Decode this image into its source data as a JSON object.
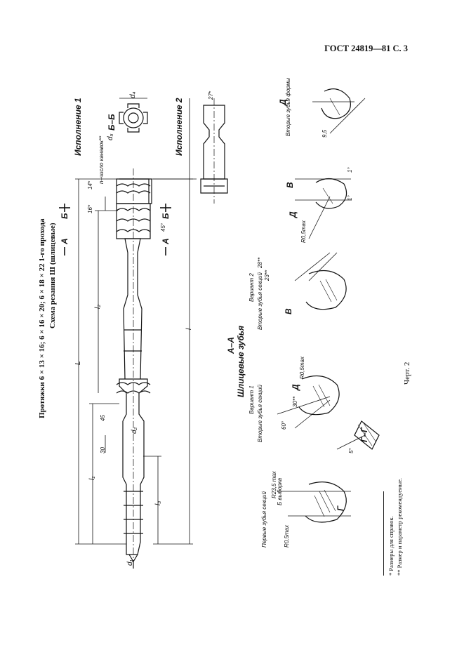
{
  "header": "ГОСТ 24819—81 С. 3",
  "title": "Протяжки 6 × 13 × 16; 6 × 16 × 20; 6 × 18 × 22 1-го прохода",
  "subtitle": "Схема резания Ш (шлицевые)",
  "drawing_label": "Черт. 2",
  "footnotes": [
    "*  Размеры для справок.",
    "**  Размер и параметр рекомендуемые."
  ],
  "labels": {
    "variant1": "Исполнение 1",
    "variant2": "Исполнение 2",
    "section_bb": "Б–Б",
    "section_aa": "А–А",
    "spline_teeth": "Шлицевые зубья",
    "section_gg": "Г–Г",
    "version1": "Вариант 1",
    "version2": "Вариант 2",
    "second_tooth_section": "Вторые зубья секций",
    "first_tooth_section": "Первые зубья секций",
    "second_form_teeth": "Вторые зубья формы",
    "view_d": "Д",
    "view_v": "В",
    "a": "А",
    "b": "Б",
    "g": "Г"
  },
  "dims": {
    "L": "L",
    "l": "l",
    "l1": "l₁",
    "l2": "l₂",
    "l3": "l₃",
    "d1": "d₁",
    "d2": "d₂",
    "d5": "d₅",
    "d4": "d₄",
    "a45": "45°",
    "d45": "45",
    "r30": "30",
    "r14": "14*",
    "r16": "16*",
    "r27": "27*",
    "r23": "23**",
    "r28": "28**",
    "r30b": "30**",
    "r60": "60°",
    "r5": "5°",
    "r1": "1°",
    "r95": "9,5",
    "rmax05": "R0,5max",
    "rmax05b": "R0,5max",
    "rmax235": "R23,5 max",
    "vyborka": "Б выборка",
    "rmax05c": "R0,5max",
    "n_note": "n–число канавок**"
  }
}
